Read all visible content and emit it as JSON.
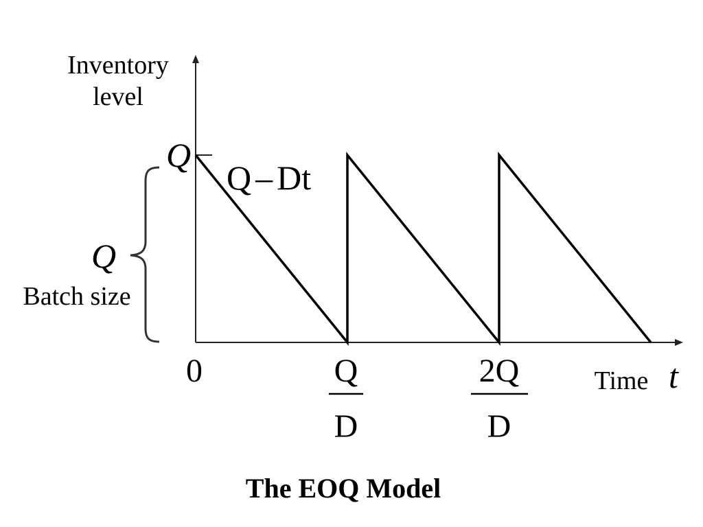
{
  "title": "The EOQ Model",
  "axes": {
    "y_label_line1": "Inventory",
    "y_label_line2": "level",
    "x_label": "Time",
    "x_symbol": "t",
    "origin": "0"
  },
  "y_axis": {
    "peak_symbol": "Q",
    "brace_symbol": "Q",
    "brace_caption": "Batch size"
  },
  "line_label": {
    "q": "Q",
    "minus": "–",
    "d": "Dt"
  },
  "x_ticks": [
    {
      "numerator": "Q",
      "denominator": "D"
    },
    {
      "numerator": "2Q",
      "denominator": "D"
    }
  ],
  "colors": {
    "ink": "#000000",
    "brace": "#333333",
    "axis": "#222222"
  },
  "sawtooth": {
    "cycles": 3,
    "peak": 1,
    "cycle_length": 1
  }
}
